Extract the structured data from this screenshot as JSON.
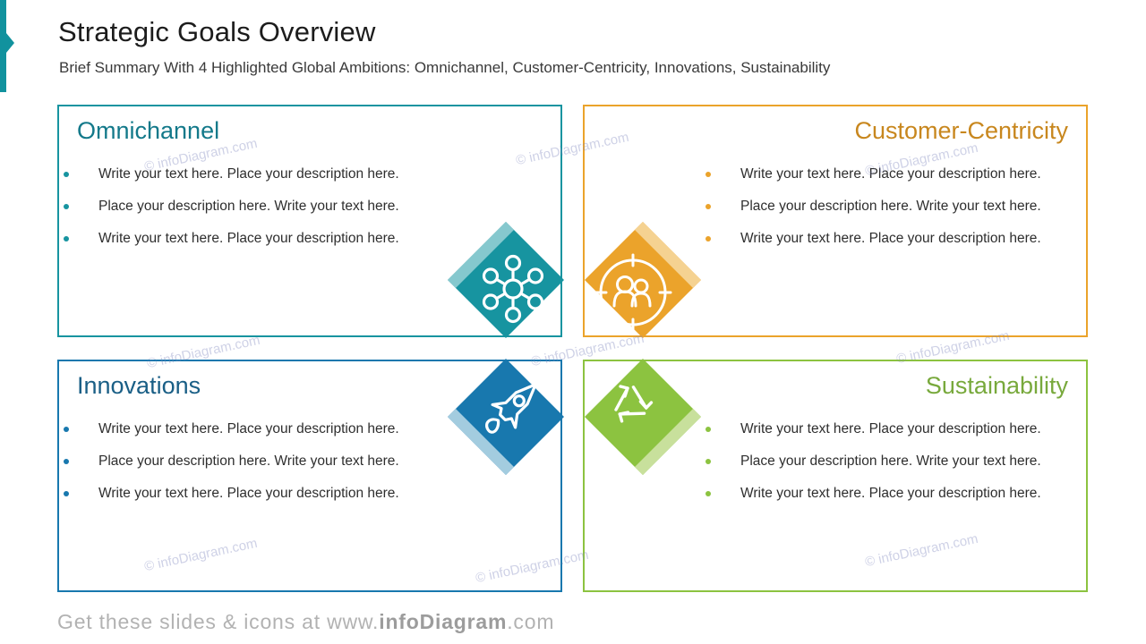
{
  "slide": {
    "title": "Strategic Goals Overview",
    "subtitle": "Brief Summary With 4 Highlighted Global Ambitions: Omnichannel, Customer-Centricity, Innovations, Sustainability"
  },
  "accent_color": "#11929E",
  "goals": [
    {
      "title": "Omnichannel",
      "align": "left",
      "color": "#1794A0",
      "light_color": "#85C8CE",
      "heading_color": "#13798A",
      "icon": "network-hub-icon",
      "bullets": [
        "Write your text here. Place your description here.",
        "Place your description here. Write your text here.",
        "Write your text here. Place your description here."
      ]
    },
    {
      "title": "Customer-Centricity",
      "align": "right",
      "color": "#EBA32B",
      "light_color": "#F5D291",
      "heading_color": "#C8871E",
      "icon": "customer-target-icon",
      "bullets": [
        "Write your text here. Place your description here.",
        "Place your description here. Write your text here.",
        "Write your text here. Place your description here."
      ]
    },
    {
      "title": "Innovations",
      "align": "left",
      "color": "#1878AE",
      "light_color": "#A3CCDF",
      "heading_color": "#1A5F86",
      "icon": "rocket-icon",
      "bullets": [
        "Write your text here. Place your description here.",
        "Place your description here. Write your text here.",
        "Write your text here. Place your description here."
      ]
    },
    {
      "title": "Sustainability",
      "align": "right",
      "color": "#8CC340",
      "light_color": "#C8E09C",
      "heading_color": "#78A93C",
      "icon": "recycle-icon",
      "bullets": [
        "Write your text here. Place your description here.",
        "Place your description here. Write your text here.",
        "Write your text here. Place your description here."
      ]
    }
  ],
  "watermark": {
    "text": "© infoDiagram.com"
  },
  "footer": {
    "prefix": "Get these slides & icons at www.",
    "brand": "infoDiagram",
    "suffix": ".com"
  }
}
